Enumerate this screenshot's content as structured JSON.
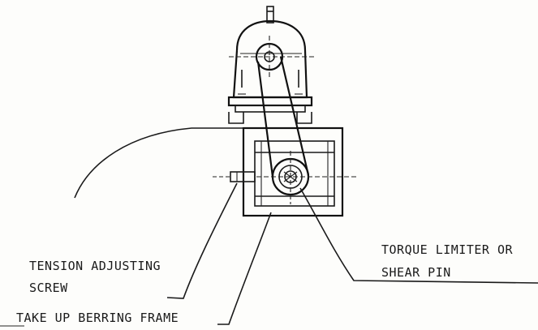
{
  "labels": {
    "tension_line1": "TENSION ADJUSTING",
    "tension_line2": "SCREW",
    "take_up": "TAKE UP BERRING FRAME",
    "torque_line1": "TORQUE LIMITER OR",
    "torque_line2": "SHEAR PIN"
  },
  "colors": {
    "ink": "#1a1a1a",
    "paper": "#fdfdfb"
  }
}
